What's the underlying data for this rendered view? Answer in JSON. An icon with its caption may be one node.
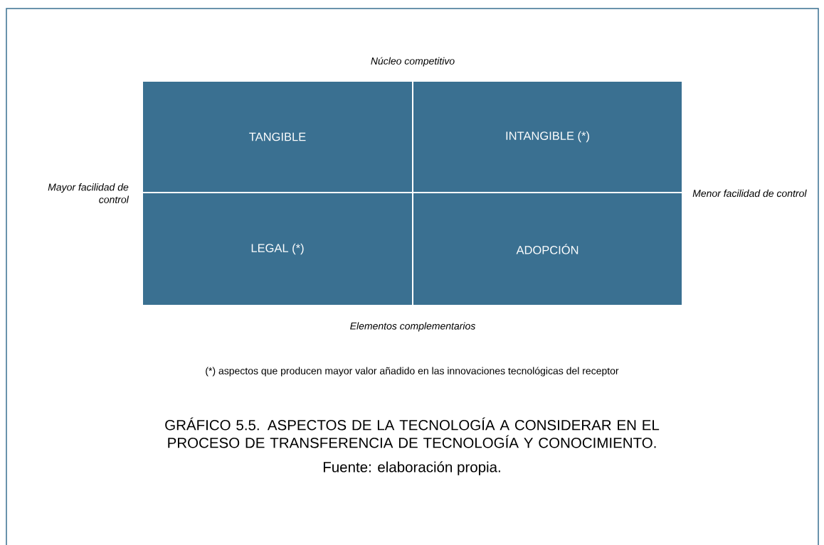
{
  "diagram": {
    "caption": "GRÁFICO 5.5. ASPECTOS DE LA TECNOLOGÍA A CONSIDERAR EN EL PROCESO DE TRANSFERENCIA DE TECNOLOGÍA Y CONOCIMIENTO.",
    "nodes": [
      {
        "text": [
          "TANGIBLE"
        ]
      },
      {
        "text": [
          "INTANGIBLE (*)"
        ]
      },
      {
        "text": [
          "LEGAL (*)"
        ]
      },
      {
        "text": [
          "ADOPCIÓN"
        ]
      }
    ],
    "labels": [
      "Núcleo competitivo",
      "Mayor facilidad de control",
      "Menor facilidad de control",
      "Elementos complementarios",
      "(*) aspectos que producen mayor valor añadido en las innovaciones tecnológicas del receptor",
      "Fuente: elaboración propia."
    ]
  }
}
